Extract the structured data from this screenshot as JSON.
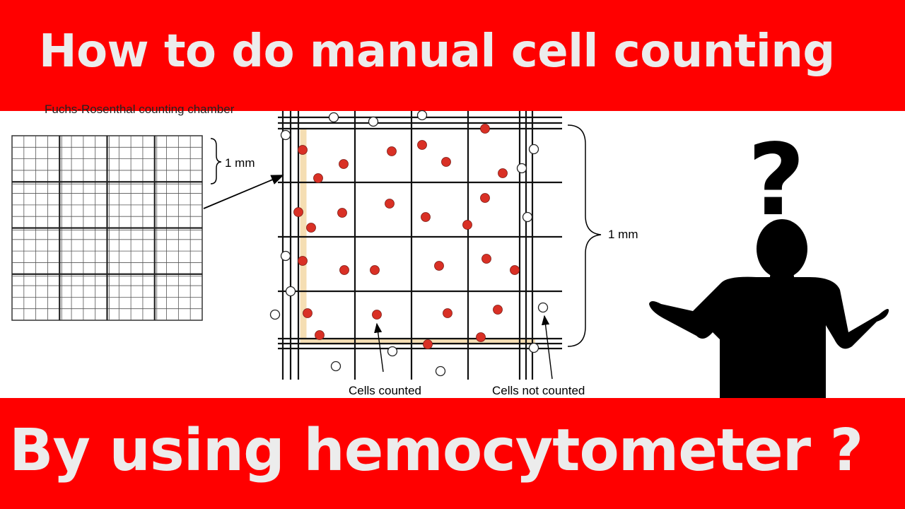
{
  "header": {
    "title": "How to do manual cell counting"
  },
  "footer": {
    "subtitle": "By using hemocytometer ?"
  },
  "left_panel": {
    "chamber_label": "Fuchs-Rosenthal counting chamber",
    "scale_label": "1 mm"
  },
  "diagram": {
    "scale_label": "1 mm",
    "counted_caption": "Cells counted",
    "not_counted_caption": "Cells not counted"
  },
  "figure": {
    "question_mark": "?"
  },
  "colors": {
    "banner": "#ff0000",
    "counted_cell": "#d93025",
    "highlight_border": "#f5deb3",
    "grid_line": "#111111"
  }
}
